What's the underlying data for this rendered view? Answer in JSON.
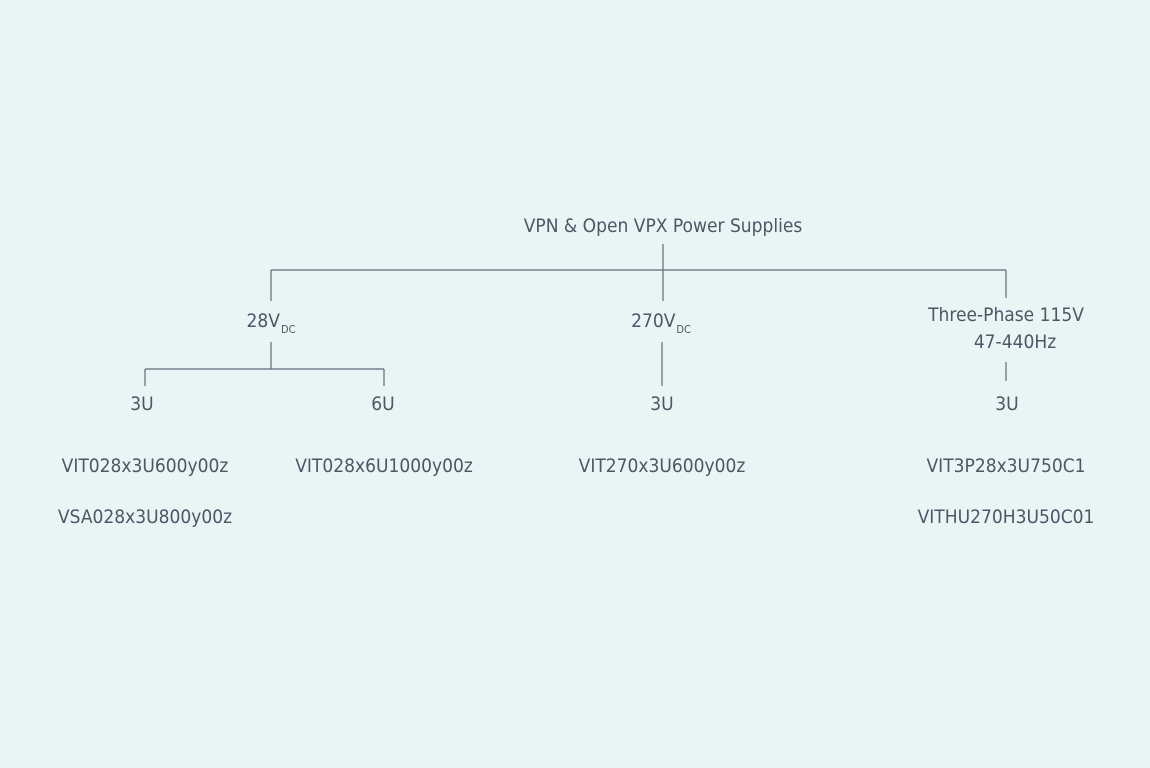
{
  "colors": {
    "background": "#ebf4f5",
    "text": "#4a5866",
    "line": "#5e6b78"
  },
  "diagram": {
    "root": "VPN & Open  VPX Power Supplies",
    "branches": [
      {
        "voltage": "28V",
        "subscript": "DC",
        "forms": [
          {
            "label": "3U",
            "products": [
              "VIT028x3U600y00z",
              "VSA028x3U800y00z"
            ]
          },
          {
            "label": "6U",
            "products": [
              "VIT028x6U1000y00z"
            ]
          }
        ]
      },
      {
        "voltage": "270V",
        "subscript": "DC",
        "forms": [
          {
            "label": "3U",
            "products": [
              "VIT270x3U600y00z"
            ]
          }
        ]
      },
      {
        "voltage_line1": "Three-Phase 115V",
        "voltage_line2": "47-440Hz",
        "forms": [
          {
            "label": "3U",
            "products": [
              "VIT3P28x3U750C1",
              "VITHU270H3U50C01"
            ]
          }
        ]
      }
    ]
  }
}
